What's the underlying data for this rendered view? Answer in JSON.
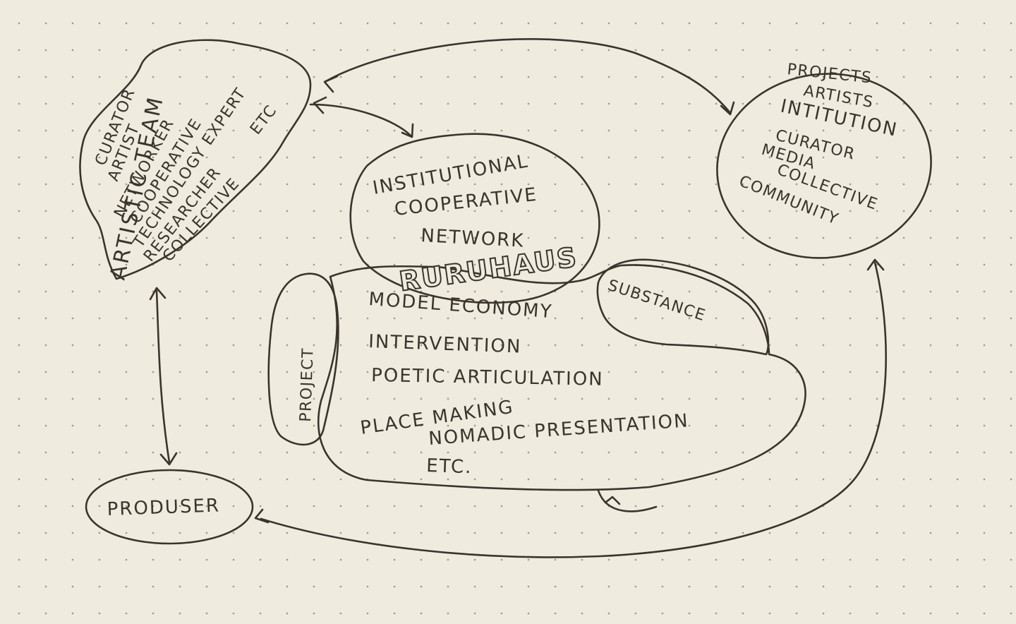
{
  "nodes": {
    "artistic_team": {
      "title": "ARTISTIC TEAM",
      "items": [
        "CURATOR",
        "ARTIST",
        "NETWORKER",
        "COOPERATIVE",
        "TECHNOLOGY EXPERT",
        "RESEARCHER",
        "COLLECTIVE",
        "ETC"
      ]
    },
    "projects": {
      "title": "PROJECTS",
      "items": [
        "ARTISTS",
        "INTITUTION",
        "CURATOR",
        "MEDIA",
        "COLLECTIVE",
        "COMMUNITY"
      ]
    },
    "institutional": {
      "lines": [
        "INSTITUTIONAL",
        "COOPERATIVE",
        "NETWORK"
      ],
      "brand": "RURUHAUS"
    },
    "substance": {
      "label": "SUBSTANCE",
      "items": [
        "MODEL ECONOMY",
        "INTERVENTION",
        "POETIC ARTICULATION",
        "PLACE MAKING",
        "NOMADIC PRESENTATION",
        "ETC."
      ]
    },
    "project": {
      "label": "PROJECT"
    },
    "produser": {
      "label": "PRODUSER"
    }
  }
}
